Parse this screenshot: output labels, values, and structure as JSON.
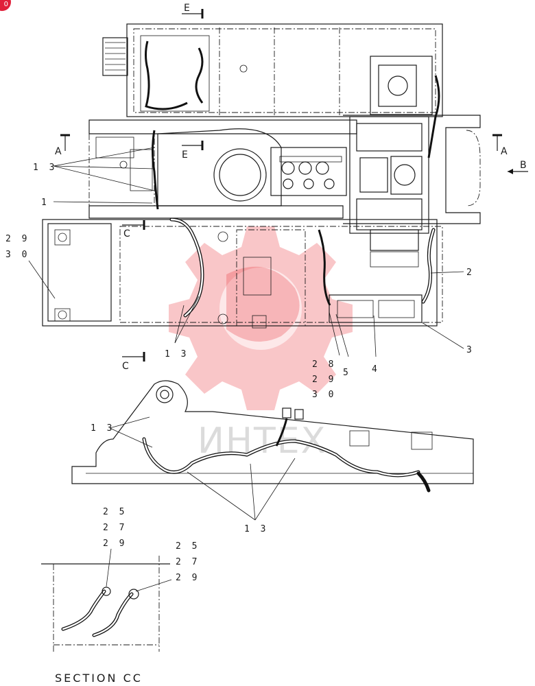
{
  "corner_badge": "0",
  "watermark_text": "ИНТЕХ",
  "section_markers": {
    "e_top": "E",
    "e_mid": "E",
    "a_left": "A",
    "a_right": "A",
    "b_right": "B",
    "c_upper": "C",
    "c_lower": "C"
  },
  "callouts": {
    "c13_top": "1 3",
    "c1": "1",
    "c29_left": "2 9",
    "c30_left": "3 0",
    "c2": "2",
    "c3": "3",
    "c13_mid": "1 3",
    "c28": "2 8",
    "c29_mid": "2 9",
    "c30_mid": "3 0",
    "c5": "5",
    "c4": "4",
    "c13_side": "1 3",
    "c13_bottom": "1 3",
    "c25_a": "2 5",
    "c27_a": "2 7",
    "c29_a": "2 9",
    "c25_b": "2 5",
    "c27_b": "2 7",
    "c29_b": "2 9"
  },
  "section_title": "SECTION CC"
}
